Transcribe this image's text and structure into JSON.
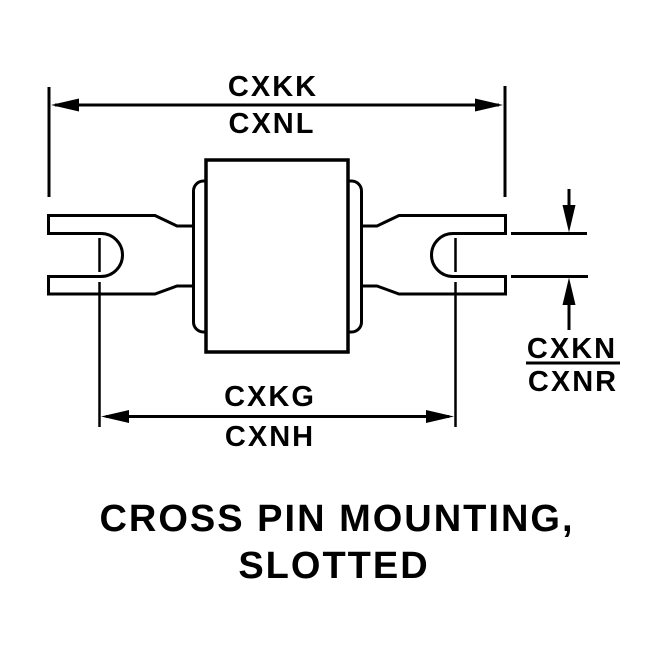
{
  "title": {
    "line1": "CROSS PIN MOUNTING,",
    "line2": "SLOTTED"
  },
  "dimensions": {
    "overall_length": {
      "primary": "CXKK",
      "secondary": "CXNL"
    },
    "pin_spacing": {
      "primary": "CXKG",
      "secondary": "CXNH"
    },
    "slot_width": {
      "primary": "CXKN",
      "secondary": "CXNR"
    }
  },
  "colors": {
    "line": "#000000",
    "background": "#ffffff"
  }
}
